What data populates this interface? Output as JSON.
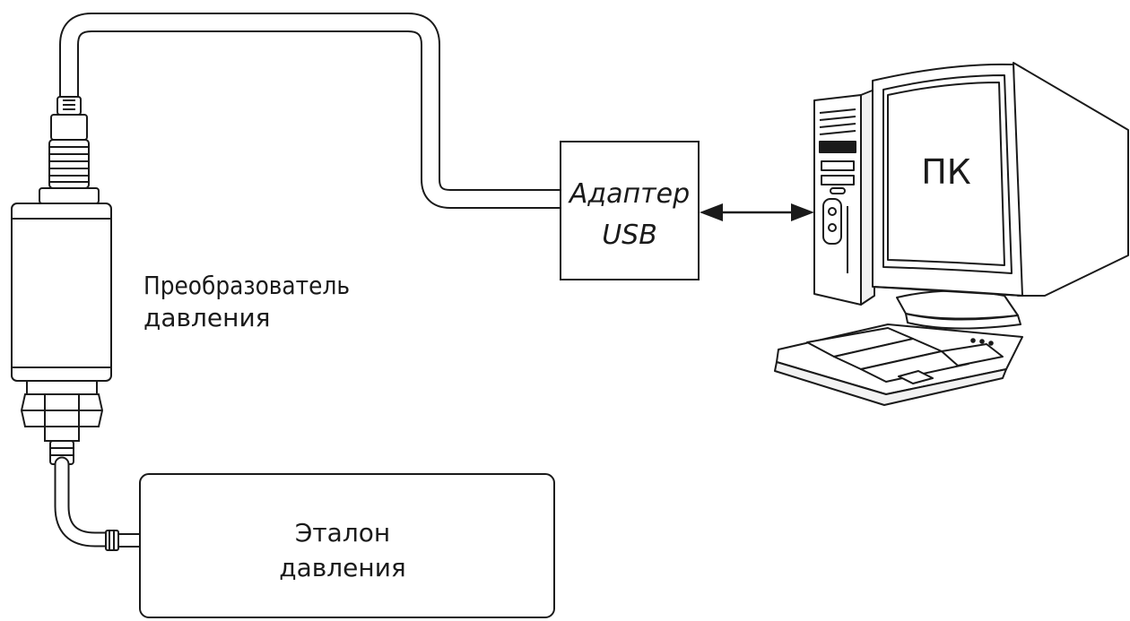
{
  "diagram": {
    "transducer_label": {
      "line1": "Преобразователь",
      "line2": "давления"
    },
    "adapter_label": {
      "line1": "Адаптер",
      "line2": "USB"
    },
    "pc_label": "ПК",
    "reference_label": {
      "line1": "Эталон",
      "line2": "давления"
    },
    "line_color": "#1a1a1a",
    "background_color": "#ffffff",
    "connection": "bidirectional-arrow"
  }
}
